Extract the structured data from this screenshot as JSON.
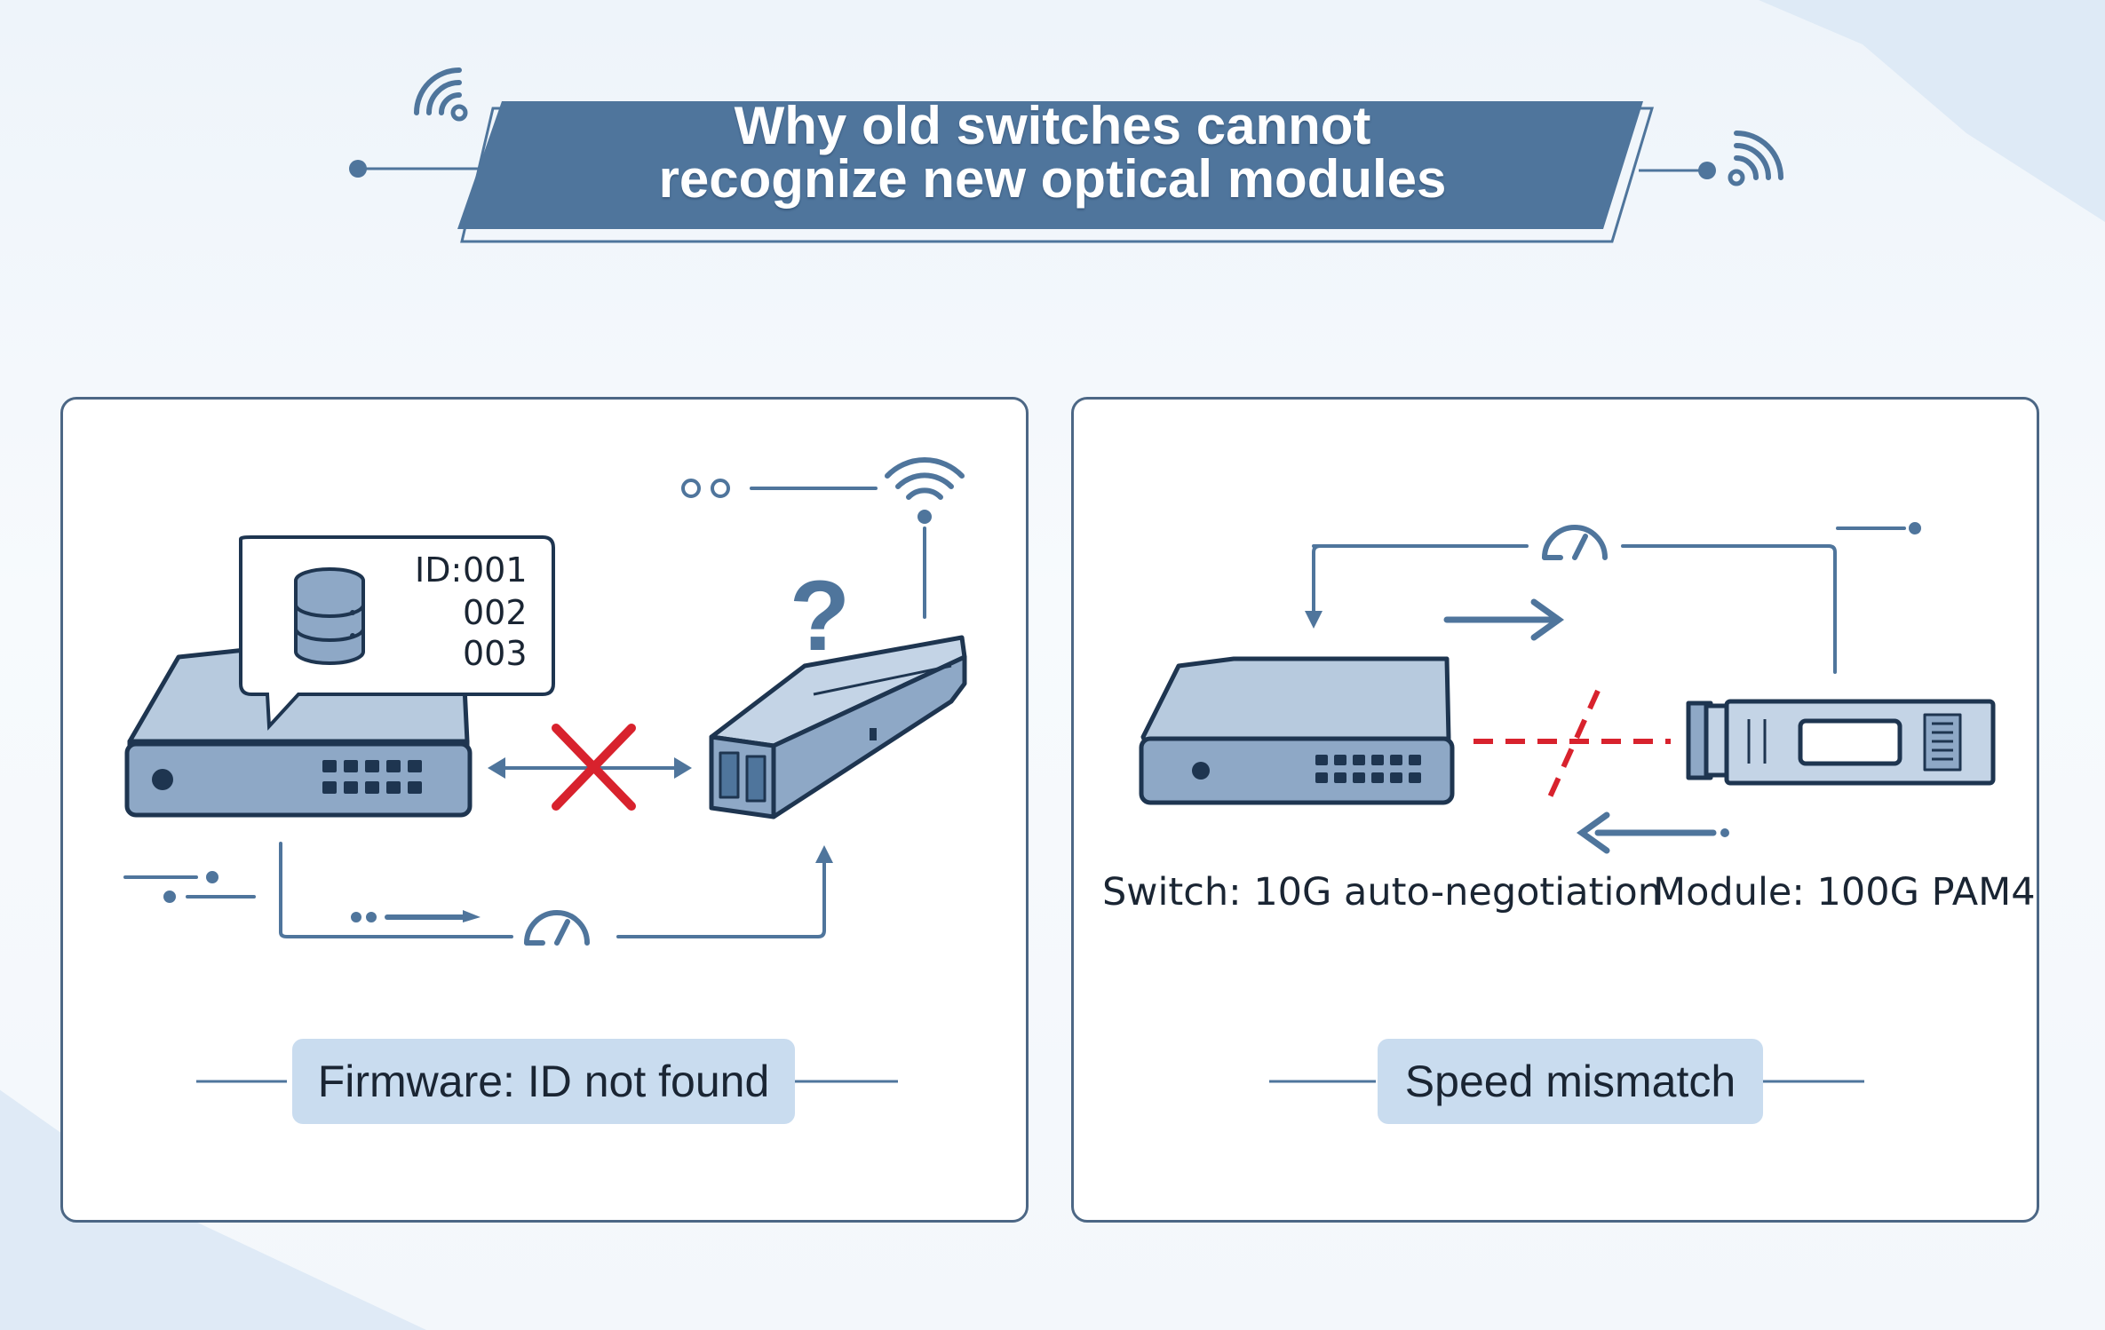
{
  "title": {
    "line1": "Why old switches cannot",
    "line2": "recognize new optical modules"
  },
  "colors": {
    "banner": "#4f759c",
    "device": "#8ea8c6",
    "outline": "#1e3550",
    "error_red": "#d8222d",
    "caption_bg": "#c9dcef"
  },
  "left_panel": {
    "id_label": "ID:",
    "ids": [
      "001",
      "002",
      "003"
    ],
    "question_mark": "?",
    "caption": "Firmware: ID not found"
  },
  "right_panel": {
    "switch_spec": "Switch: 10G auto-negotiation",
    "module_spec": "Module: 100G PAM4",
    "caption": "Speed mismatch"
  }
}
